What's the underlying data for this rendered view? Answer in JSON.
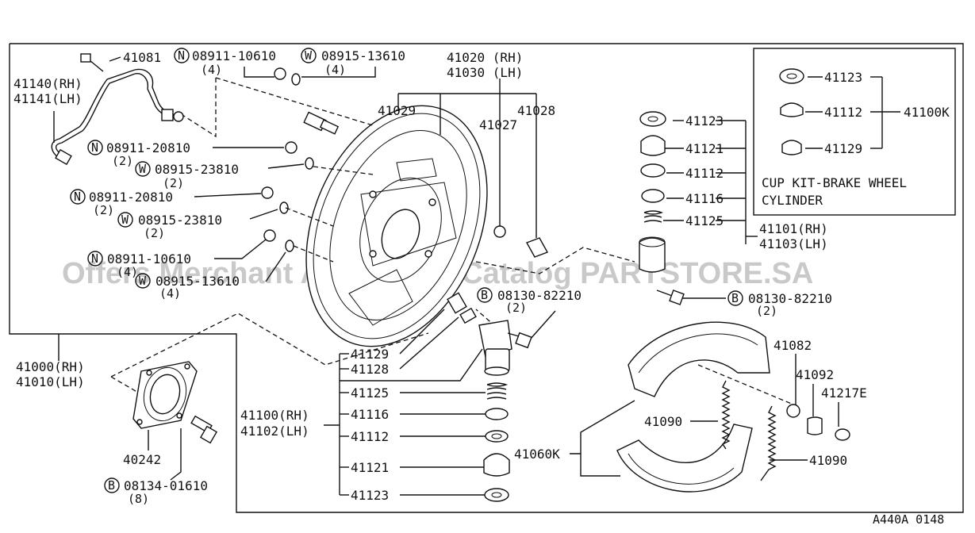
{
  "frame": {
    "inset_title_1": "CUP KIT-BRAKE WHEEL",
    "inset_title_2": "CYLINDER",
    "footer_code": "A440A 0148",
    "watermark": "Offers Merchant Auto Parts Catalog PARTSTORE.SA"
  },
  "labels": {
    "p41081": "41081",
    "p41140": "41140(RH)",
    "p41141": "41141(LH)",
    "n1_code": "08911-10610",
    "n1_qty": "(4)",
    "w1_code": "08915-13610",
    "w1_qty": "(4)",
    "p41020": "41020 (RH)",
    "p41030": "41030 (LH)",
    "p41029": "41029",
    "p41028": "41028",
    "p41027": "41027",
    "n2_code": "08911-20810",
    "n2_qty": "(2)",
    "w2_code": "08915-23810",
    "w2_qty": "(2)",
    "n3_code": "08911-20810",
    "n3_qty": "(2)",
    "w3_code": "08915-23810",
    "w3_qty": "(2)",
    "n4_code": "08911-10610",
    "n4_qty": "(4)",
    "w4_code": "08915-13610",
    "w4_qty": "(4)",
    "b1_code": "08130-82210",
    "b1_qty": "(2)",
    "b2_code": "08130-82210",
    "b2_qty": "(2)",
    "r41123": "41123",
    "r41121": "41121",
    "r41112": "41112",
    "r41116": "41116",
    "r41125": "41125",
    "r41101": "41101(RH)",
    "r41103": "41103(LH)",
    "k41123": "41123",
    "k41112": "41112",
    "k41129": "41129",
    "k41100K": "41100K",
    "p41000": "41000(RH)",
    "p41010": "41010(LH)",
    "p40242": "40242",
    "b3_code": "08134-01610",
    "b3_qty": "(8)",
    "c41129": "41129",
    "c41128": "41128",
    "c41125": "41125",
    "c41100": "41100(RH)",
    "c41102": "41102(LH)",
    "c41116": "41116",
    "c41112": "41112",
    "c41121": "41121",
    "c41123": "41123",
    "p41060K": "41060K",
    "p41090a": "41090",
    "p41090b": "41090",
    "p41082": "41082",
    "p41092": "41092",
    "p41217E": "41217E"
  },
  "symbols": {
    "nut": "N",
    "washer": "W",
    "bolt": "B"
  }
}
